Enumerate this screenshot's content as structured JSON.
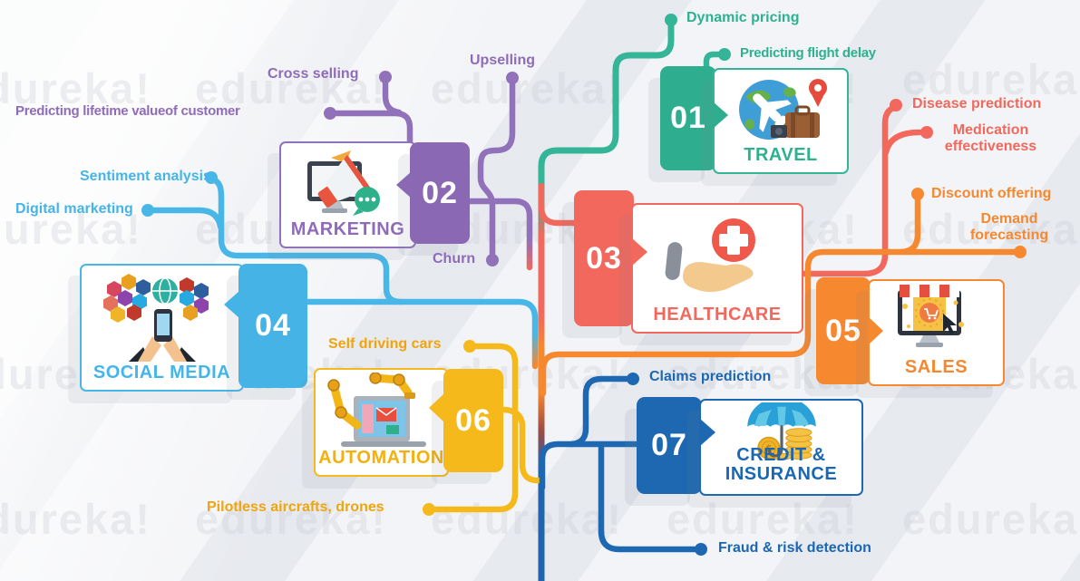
{
  "watermark": {
    "text": "edureka!"
  },
  "palette": {
    "travel": "#35b597",
    "marketing": "#9172ba",
    "healthcare": "#f3685c",
    "social_media": "#48b7e8",
    "sales": "#f6882f",
    "automation": "#f5b91b",
    "credit_insurance": "#1e68b2",
    "trunk_transition_maroon": "#9c4a43",
    "background": "#f2f3f6",
    "watermark_color": "#c9cdd5"
  },
  "icons": {
    "travel": "globe-plane-suitcase-pin",
    "marketing": "monitor-megaphone-chat",
    "healthcare": "hand-medical-cross-pill",
    "social_media": "people-hexagons-globe-phone",
    "sales": "storefront-monitor-cart-cursor",
    "automation": "robotic-arms-laptop",
    "credit_insurance": "umbrella-coins"
  },
  "nodes": {
    "travel": {
      "number": "01",
      "title": "TRAVEL",
      "labels": {
        "dynamic_pricing": "Dynamic pricing",
        "predicting_flight_delay": "Predicting flight delay"
      }
    },
    "marketing": {
      "number": "02",
      "title": "MARKETING",
      "labels": {
        "cross_selling": "Cross selling",
        "upselling": "Upselling",
        "predicting_lifetime_value": "Predicting lifetime valueof customer",
        "churn": "Churn"
      }
    },
    "healthcare": {
      "number": "03",
      "title": "HEALTHCARE",
      "labels": {
        "disease_prediction": "Disease prediction",
        "medication_effectiveness": [
          "Medication",
          "effectiveness"
        ]
      }
    },
    "social_media": {
      "number": "04",
      "title": "SOCIAL MEDIA",
      "labels": {
        "sentiment_analysis": "Sentiment analysis",
        "digital_marketing": "Digital marketing"
      }
    },
    "sales": {
      "number": "05",
      "title": "SALES",
      "labels": {
        "discount_offering": "Discount offering",
        "demand_forecasting": [
          "Demand",
          "forecasting"
        ]
      }
    },
    "automation": {
      "number": "06",
      "title": "AUTOMATION",
      "labels": {
        "self_driving_cars": "Self driving cars",
        "pilotless_aircrafts_drones": "Pilotless aircrafts, drones"
      }
    },
    "credit_insurance": {
      "number": "07",
      "title": [
        "CREDIT &",
        "INSURANCE"
      ],
      "labels": {
        "claims_prediction": "Claims prediction",
        "fraud_risk_detection": "Fraud & risk detection"
      }
    }
  }
}
